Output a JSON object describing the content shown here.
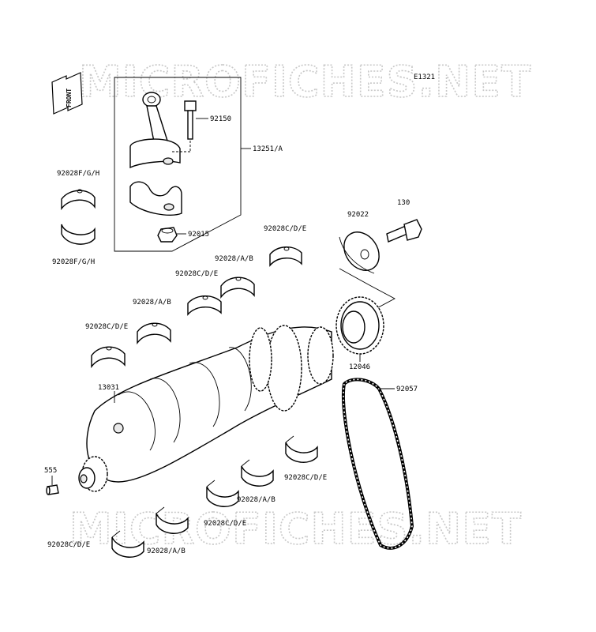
{
  "diagram_code": "E1321",
  "front_label": "FRONT",
  "watermark": "MICROFICHES.NET",
  "parts": {
    "p92150": "92150",
    "p13251": "13251/A",
    "p92028fgh_top": "92028F/G/H",
    "p92028fgh_bottom": "92028F/G/H",
    "p92015": "92015",
    "p130": "130",
    "p92022": "92022",
    "p92028cde_1": "92028C/D/E",
    "p92028ab_1": "92028/A/B",
    "p92028cde_2": "92028C/D/E",
    "p92028ab_2": "92028/A/B",
    "p92028cde_3": "92028C/D/E",
    "p12046": "12046",
    "p13031": "13031",
    "p92057": "92057",
    "p555": "555",
    "p92028cde_4": "92028C/D/E",
    "p92028ab_3": "92028/A/B",
    "p92028cde_5": "92028C/D/E",
    "p92028cde_6": "92028C/D/E",
    "p92028ab_4": "92028/A/B"
  }
}
